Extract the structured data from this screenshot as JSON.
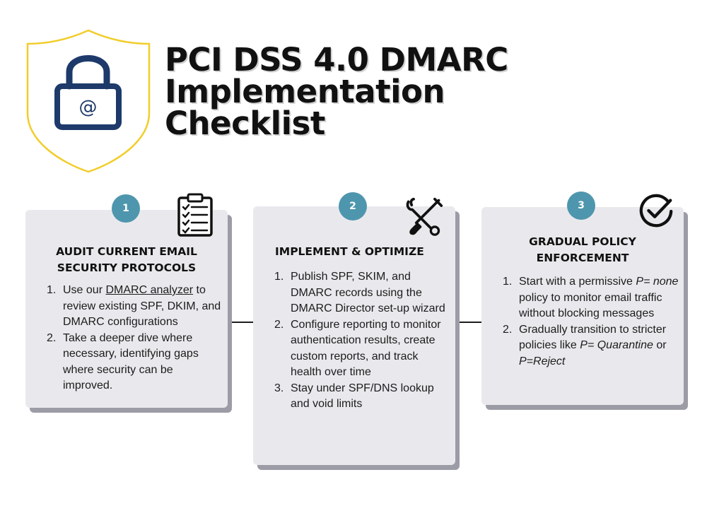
{
  "title": {
    "lines": [
      "PCI DSS 4.0 DMARC",
      "Implementation",
      "Checklist"
    ]
  },
  "icons": {
    "hero": "shield-lock-icon",
    "lock_symbol": "@",
    "step1": "clipboard-checklist-icon",
    "step2": "wrench-screwdriver-icon",
    "step3": "checkmark-circle-icon"
  },
  "colors": {
    "shield_outline": "#f2cd2a",
    "lock": "#1e3a6a",
    "badge": "#4e96ad",
    "card_bg": "#e9e9ed",
    "card_shadow": "#9c9ca6"
  },
  "steps": [
    {
      "number": "1",
      "heading": [
        "AUDIT CURRENT EMAIL",
        "SECURITY PROTOCOLS"
      ],
      "items": [
        {
          "num": "1.",
          "pre": "Use our ",
          "link": "DMARC analyzer",
          "post": " to review existing SPF, DKIM, and DMARC configurations"
        },
        {
          "num": "2.",
          "text": "Take a deeper dive where necessary, identifying gaps where security can be improved."
        }
      ]
    },
    {
      "number": "2",
      "heading": [
        "IMPLEMENT & OPTIMIZE"
      ],
      "items": [
        {
          "num": "1.",
          "text": "Publish SPF, SKIM, and DMARC records using the DMARC Director set-up wizard"
        },
        {
          "num": "2.",
          "text": "Configure reporting to monitor authentication results, create custom reports, and track health over time"
        },
        {
          "num": "3.",
          "text": "Stay under SPF/DNS lookup and void limits"
        }
      ]
    },
    {
      "number": "3",
      "heading": [
        "GRADUAL POLICY",
        "ENFORCEMENT"
      ],
      "items": [
        {
          "num": "1.",
          "pre": "Start with a permissive ",
          "em1": "P=",
          "mid": " ",
          "em2": "none",
          "post": " policy to monitor email traffic without blocking messages"
        },
        {
          "num": "2.",
          "pre": " Gradually transition to stricter policies like ",
          "em1": "P=",
          "mid": " ",
          "em2": "Quarantine",
          "post": " or ",
          "em3": "P=Reject"
        }
      ]
    }
  ]
}
